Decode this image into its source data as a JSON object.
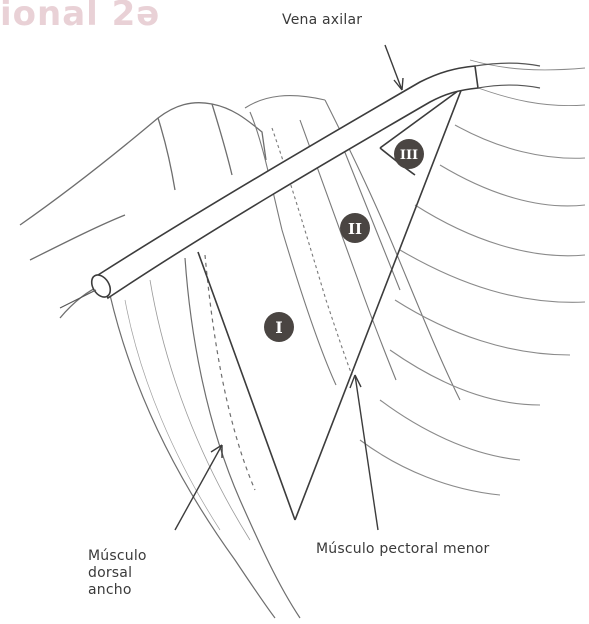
{
  "watermark": {
    "text": "ional 2ə"
  },
  "labels": {
    "vena_axilar": "Vena axilar",
    "musculo_dorsal_ancho": [
      "Músculo",
      "dorsal",
      "ancho"
    ],
    "musculo_pectoral_menor": "Músculo pectoral menor"
  },
  "levels": [
    {
      "id": "I",
      "text": "I"
    },
    {
      "id": "II",
      "text": "II"
    },
    {
      "id": "III",
      "text": "III"
    }
  ],
  "colors": {
    "line": "#3c3c3c",
    "sketch": "#8a8a8a",
    "badge": "#4a4542",
    "badge_text": "#ffffff",
    "label": "#3a3a3a",
    "watermark": "#e7cdd2"
  }
}
